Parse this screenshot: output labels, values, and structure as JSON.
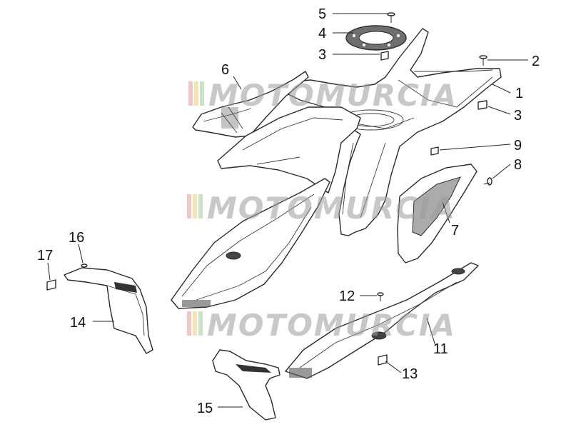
{
  "watermark": {
    "text": "MOTOMURCIA"
  },
  "callouts": [
    {
      "id": "5",
      "label": "5"
    },
    {
      "id": "4",
      "label": "4"
    },
    {
      "id": "3a",
      "label": "3"
    },
    {
      "id": "6",
      "label": "6"
    },
    {
      "id": "2",
      "label": "2"
    },
    {
      "id": "1",
      "label": "1"
    },
    {
      "id": "3b",
      "label": "3"
    },
    {
      "id": "9",
      "label": "9"
    },
    {
      "id": "8",
      "label": "8"
    },
    {
      "id": "7",
      "label": "7"
    },
    {
      "id": "16",
      "label": "16"
    },
    {
      "id": "17",
      "label": "17"
    },
    {
      "id": "14",
      "label": "14"
    },
    {
      "id": "12",
      "label": "12"
    },
    {
      "id": "11",
      "label": "11"
    },
    {
      "id": "13",
      "label": "13"
    },
    {
      "id": "15",
      "label": "15"
    }
  ]
}
